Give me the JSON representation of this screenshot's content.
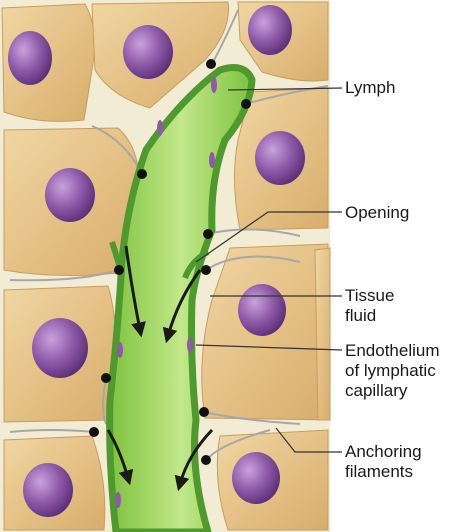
{
  "labels": {
    "lymph": "Lymph",
    "opening": "Opening",
    "tissue_fluid": "Tissue\nfluid",
    "endothelium": "Endothelium\nof lymphatic\ncapillary",
    "anchoring_filaments": "Anchoring\nfilaments"
  },
  "colors": {
    "tissue_cell": "#e9c98d",
    "cell_nucleus": "#8e5aa8",
    "lymph_vessel": "#9bd35a",
    "endothelium": "#4f9a2e",
    "tissue_fluid_bg": "#f3ecd5",
    "filament": "#a7a7a7",
    "arrow": "#1a1a1a"
  }
}
